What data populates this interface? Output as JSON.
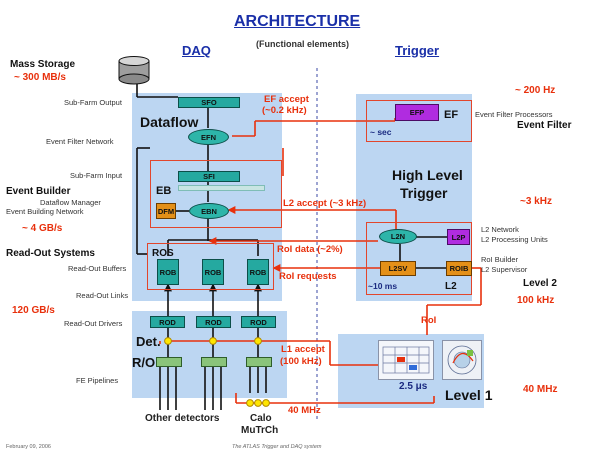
{
  "header": {
    "title": "ARCHITECTURE",
    "subtitle": "(Functional elements)",
    "daq": "DAQ",
    "trigger": "Trigger"
  },
  "left": {
    "mass_storage": "Mass Storage",
    "mass_storage_rate": "~ 300 MB/s",
    "sub_farm_output": "Sub-Farm Output",
    "event_filter_network": "Event Filter Network",
    "sub_farm_input": "Sub-Farm Input",
    "event_builder": "Event Builder",
    "dataflow_manager": "Dataflow Manager",
    "event_building_network": "Event Building Network",
    "eb_rate": "~ 4 GB/s",
    "readout_systems": "Read-Out Systems",
    "readout_buffers": "Read-Out Buffers",
    "readout_links": "Read-Out Links",
    "readout_rate": "120 GB/s",
    "readout_drivers": "Read-Out Drivers",
    "fe_pipelines": "FE Pipelines",
    "other_detectors": "Other detectors"
  },
  "dataflow": {
    "title": "Dataflow",
    "sfo": "SFO",
    "efn": "EFN",
    "sfi": "SFI",
    "eb": "EB",
    "dfm": "DFM",
    "ebn": "EBN",
    "ros": "ROS",
    "rob": "ROB",
    "rod": "ROD",
    "det": "Det.",
    "ro": "R/O"
  },
  "messages": {
    "ef_accept": "EF accept",
    "ef_accept_rate": "(~0.2 kHz)",
    "l2_accept": "L2 accept (~3 kHz)",
    "roi_data": "RoI data (~2%)",
    "roi_requests": "RoI requests",
    "l1_accept": "L1 accept",
    "l1_accept_rate": "(100 kHz)",
    "roi": "RoI",
    "forty_mhz": "40 MHz"
  },
  "trigger": {
    "ef_rate": "~ 200 Hz",
    "efp": "EFP",
    "ef": "EF",
    "ef_latency": "~ sec",
    "event_filter_processors": "Event Filter Processors",
    "event_filter": "Event Filter",
    "hlt_line1": "High Level",
    "hlt_line2": "Trigger",
    "l2_rate": "~3 kHz",
    "l2n": "L2N",
    "l2p": "L2P",
    "l2sv": "L2SV",
    "roib": "ROIB",
    "l2": "L2",
    "l2_latency": "~10 ms",
    "l2_network": "L2 Network",
    "l2_processing_units": "L2 Processing Units",
    "roi_builder": "RoI Builder",
    "l2_supervisor": "L2 Supervisor",
    "level2": "Level 2",
    "l1_out_rate": "100 kHz",
    "level1": "Level 1",
    "l1_latency": "2.5 μs",
    "bx_rate": "40 MHz"
  },
  "detectors": {
    "calo": "Calo",
    "mutrch": "MuTrCh"
  },
  "footer": {
    "date": "February 09, 2006",
    "center": "The ATLAS Trigger and DAQ system"
  }
}
